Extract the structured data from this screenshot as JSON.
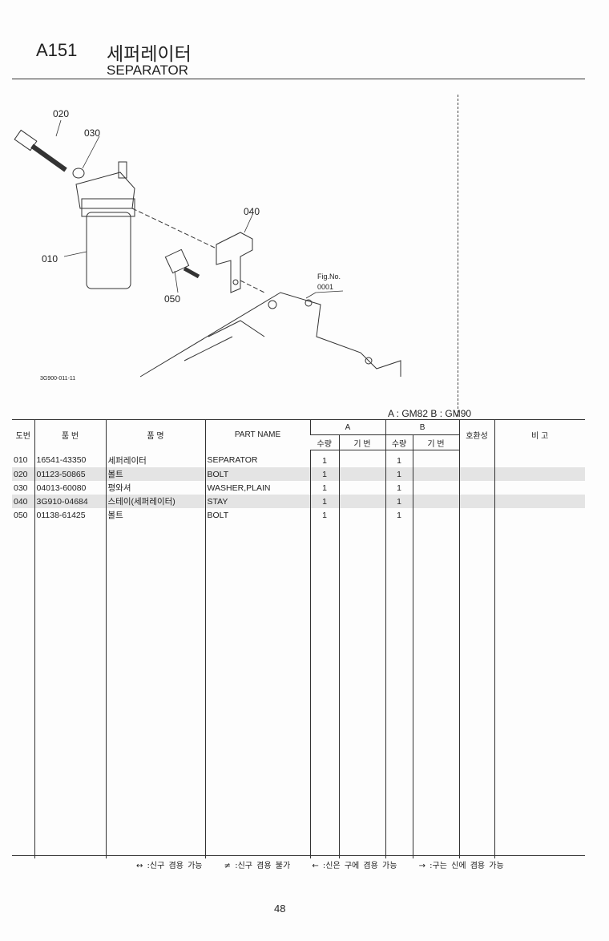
{
  "header": {
    "code": "A151",
    "title_ko": "세퍼레이터",
    "title_en": "SEPARATOR"
  },
  "diagram": {
    "callouts": [
      "020",
      "030",
      "040",
      "010",
      "050"
    ],
    "fig_label": "Fig.No.",
    "fig_no": "0001",
    "drawing_id": "3G900-011-11"
  },
  "models": "A : GM82   B : GM90",
  "table": {
    "headers": {
      "ref": "도번",
      "part_no": "품 번",
      "name_ko": "품 명",
      "part_name": "PART NAME",
      "group_a": "A",
      "group_b": "B",
      "qty": "수량",
      "serial": "기 번",
      "compat": "호환성",
      "remarks": "비 고"
    },
    "rows": [
      {
        "ref": "010",
        "part_no": "16541-43350",
        "name_ko": "세퍼레이터",
        "part_name": "SEPARATOR",
        "qty_a": "1",
        "qty_b": "1"
      },
      {
        "ref": "020",
        "part_no": "01123-50865",
        "name_ko": "볼트",
        "part_name": "BOLT",
        "qty_a": "1",
        "qty_b": "1"
      },
      {
        "ref": "030",
        "part_no": "04013-60080",
        "name_ko": "평와셔",
        "part_name": "WASHER,PLAIN",
        "qty_a": "1",
        "qty_b": "1"
      },
      {
        "ref": "040",
        "part_no": "3G910-04684",
        "name_ko": "스테이(세퍼레이터)",
        "part_name": "STAY",
        "qty_a": "1",
        "qty_b": "1"
      },
      {
        "ref": "050",
        "part_no": "01138-61425",
        "name_ko": "볼트",
        "part_name": "BOLT",
        "qty_a": "1",
        "qty_b": "1"
      }
    ]
  },
  "legend": [
    "↔ :신구 겸용 가능",
    "≠ :신구 겸용 불가",
    "← :신은 구에 겸용 가능",
    "→ :구는 신에 겸용 가능"
  ],
  "page_number": "48"
}
